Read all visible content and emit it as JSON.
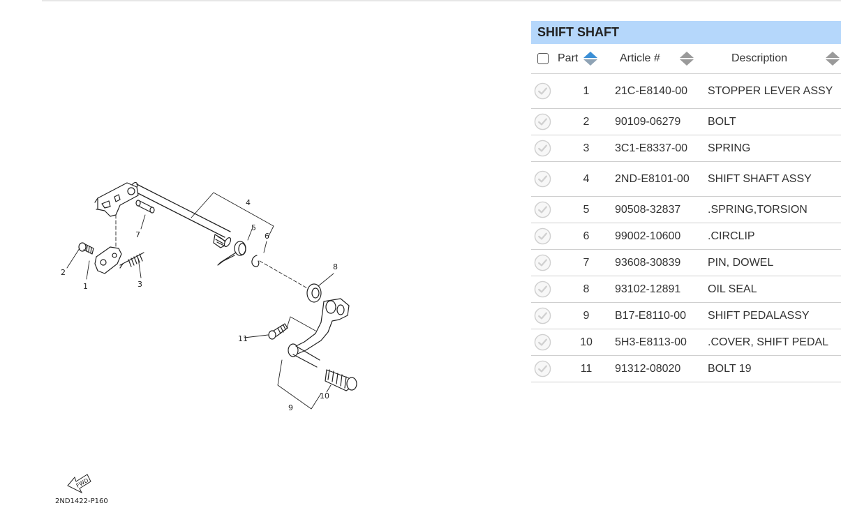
{
  "diagram": {
    "code": "2ND1422-P160",
    "fwd_label": "FWD",
    "callouts": [
      "1",
      "2",
      "3",
      "4",
      "5",
      "6",
      "7",
      "8",
      "9",
      "10",
      "11"
    ]
  },
  "parts_table": {
    "title": "SHIFT SHAFT",
    "columns": {
      "part": "Part",
      "article": "Article #",
      "description": "Description"
    },
    "rows": [
      {
        "part": "1",
        "article": "21C-E8140-00",
        "description": "STOPPER LEVER ASSY"
      },
      {
        "part": "2",
        "article": "90109-06279",
        "description": "BOLT"
      },
      {
        "part": "3",
        "article": "3C1-E8337-00",
        "description": "SPRING"
      },
      {
        "part": "4",
        "article": "2ND-E8101-00",
        "description": "SHIFT SHAFT ASSY"
      },
      {
        "part": "5",
        "article": "90508-32837",
        "description": ".SPRING,TORSION"
      },
      {
        "part": "6",
        "article": "99002-10600",
        "description": ".CIRCLIP"
      },
      {
        "part": "7",
        "article": "93608-30839",
        "description": "PIN, DOWEL"
      },
      {
        "part": "8",
        "article": "93102-12891",
        "description": "OIL SEAL"
      },
      {
        "part": "9",
        "article": "B17-E8110-00",
        "description": "SHIFT PEDALASSY"
      },
      {
        "part": "10",
        "article": "5H3-E8113-00",
        "description": ".COVER, SHIFT PEDAL"
      },
      {
        "part": "11",
        "article": "91312-08020",
        "description": "BOLT 19"
      }
    ]
  },
  "colors": {
    "title_bar": "#b5d7fb",
    "sort_active": "#3b8fd6",
    "sort_inactive": "#9a9a9a",
    "check_icon": "#d0d0d0"
  },
  "icons": {
    "row_select": "check-circle-icon",
    "sort": "sort-arrows-icon",
    "direction": "fwd-arrow-icon"
  }
}
